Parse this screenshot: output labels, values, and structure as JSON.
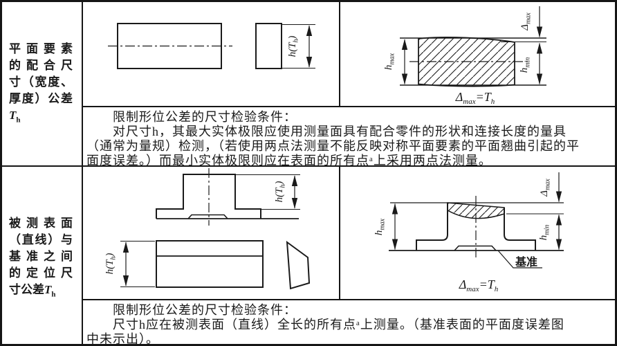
{
  "document": {
    "left_column": {
      "top_label": {
        "lines": [
          "平面要素",
          "的配合尺",
          "寸（宽度、",
          "厚度）公差"
        ],
        "symbol": {
          "base": "T",
          "sub": "h"
        }
      },
      "bottom_label": {
        "lines": [
          "被测表面",
          "（直线）与",
          "基准之间",
          "的定位尺"
        ],
        "last_line": {
          "pre": "寸公差",
          "base": "T",
          "sub": "h"
        }
      }
    },
    "top_section": {
      "note_lines": [
        "限制形位公差的尺寸检验条件：",
        "对尺寸h，其最大实体极限应使用测量面具有配合零件的形状和连接长度的量具",
        "（通常为量规）检测，（若使用两点法测量不能反映对称平面要素的平面翘曲引起的平",
        "面度误差。）而最小实体极限则应在表面的所有点ᵃ上采用两点法测量。"
      ]
    },
    "bottom_section": {
      "note_lines": [
        "限制形位公差的尺寸检验条件：",
        "尺寸h应在被测表面（直线）全长的所有点ᵃ上测量。（基准表面的平面度误差图",
        "中未示出）。"
      ]
    },
    "dims": {
      "h_th": {
        "pre": "h(T",
        "sub": "h",
        "post": ")"
      },
      "h_max": {
        "base": "h",
        "sub": "max"
      },
      "h_min": {
        "base": "h",
        "sub": "min"
      },
      "delta_max": {
        "base": "Δ",
        "sub": "max"
      },
      "formula": {
        "lhs": "Δ",
        "lhs_sub": "max",
        "eq": "=",
        "rhs": "T",
        "rhs_sub": "h"
      },
      "datum": "基准"
    },
    "colors": {
      "ink": "#1a1a1a",
      "paper": "#ffffff"
    }
  }
}
